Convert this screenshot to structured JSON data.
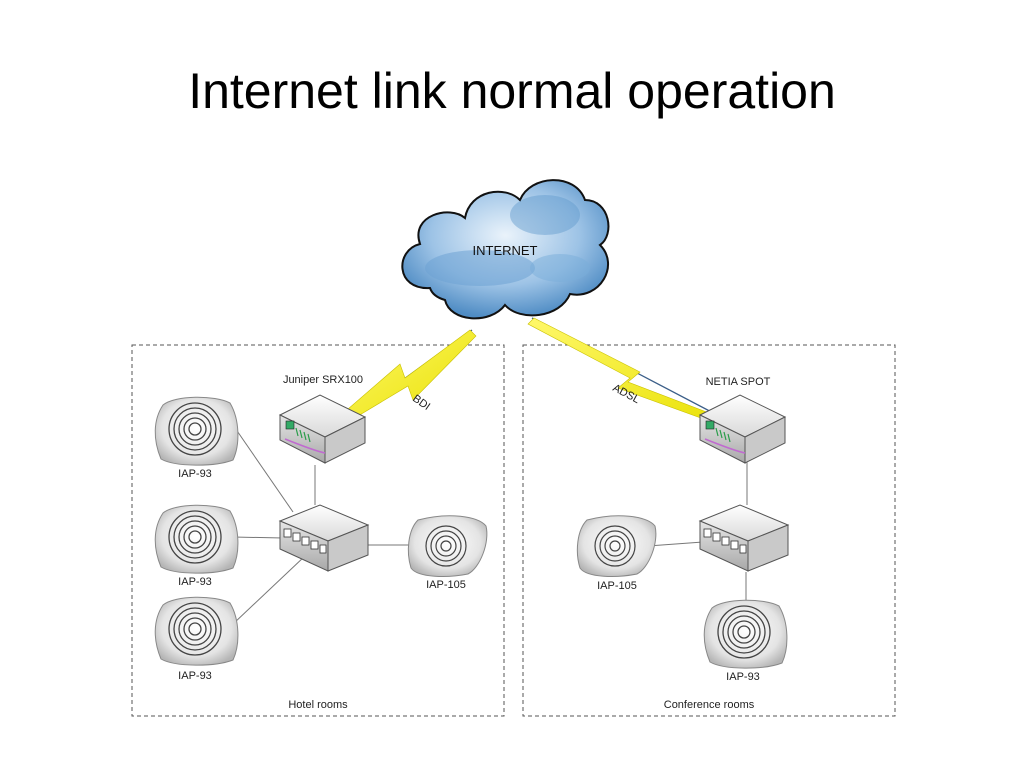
{
  "title": "Internet link normal operation",
  "cloud": {
    "label": "INTERNET"
  },
  "links": {
    "left": "BDI",
    "right": "ADSL"
  },
  "left_zone": {
    "caption": "Hotel rooms",
    "router": "Juniper SRX100",
    "aps": [
      "IAP-93",
      "IAP-93",
      "IAP-93",
      "IAP-105"
    ]
  },
  "right_zone": {
    "caption": "Conference rooms",
    "router": "NETIA SPOT",
    "aps": [
      "IAP-105",
      "IAP-93"
    ]
  },
  "colors": {
    "lightning": "#f0f000",
    "cloud": "#7fb0dc",
    "border": "#555555"
  }
}
